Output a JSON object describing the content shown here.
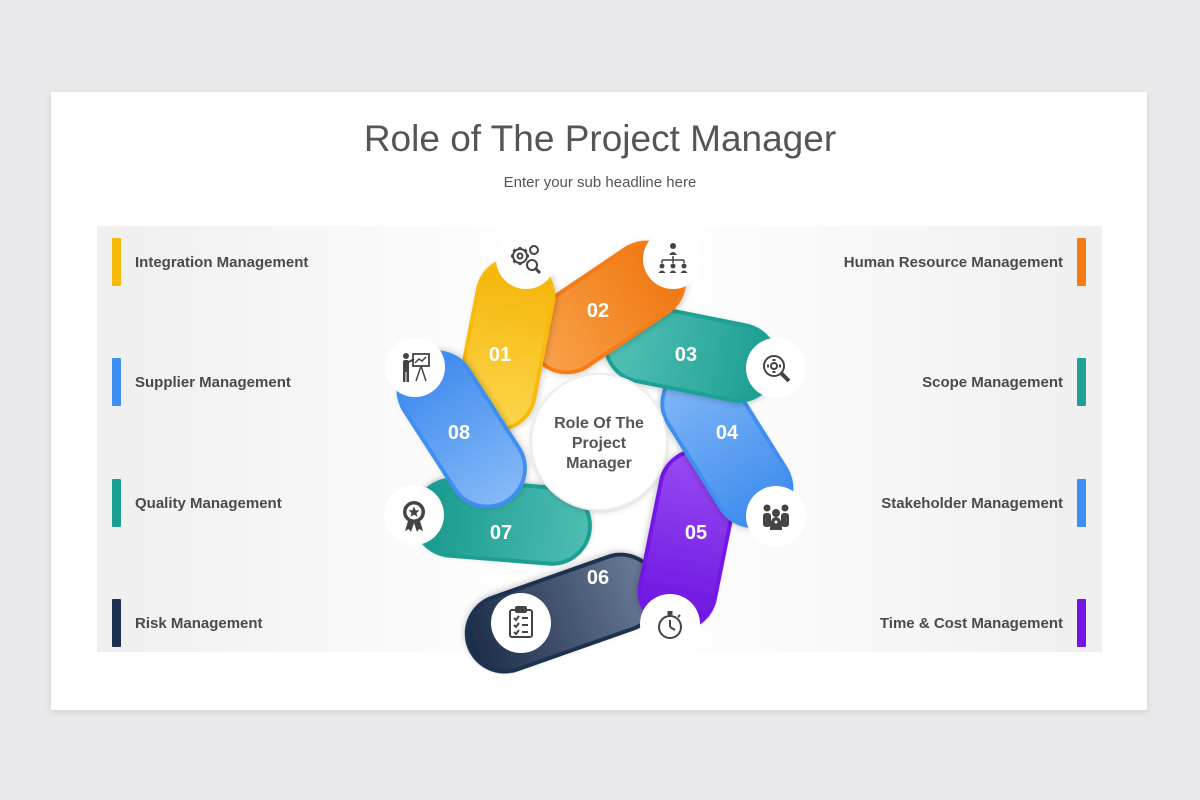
{
  "slide": {
    "title": "Role of The Project Manager",
    "subtitle": "Enter your sub headline here"
  },
  "center": {
    "lines": [
      "Role Of The",
      "Project",
      "Manager"
    ]
  },
  "steps": [
    {
      "number": "01",
      "label": "Integration Management",
      "icon": "gears-search-icon",
      "color": "#f9b908"
    },
    {
      "number": "02",
      "label": "Human Resource Management",
      "icon": "org-chart-icon",
      "color": "#f57c12"
    },
    {
      "number": "03",
      "label": "Scope Management",
      "icon": "gear-magnifier-icon",
      "color": "#1fa196"
    },
    {
      "number": "04",
      "label": "Stakeholder Management",
      "icon": "team-icon",
      "color": "#3f8ff0"
    },
    {
      "number": "05",
      "label": "Time & Cost Management",
      "icon": "stopwatch-icon",
      "color": "#7316e6"
    },
    {
      "number": "06",
      "label": "Risk Management",
      "icon": "clipboard-checklist-icon",
      "color": "#1e3050"
    },
    {
      "number": "07",
      "label": "Quality Management",
      "icon": "award-badge-icon",
      "color": "#1a9e92"
    },
    {
      "number": "08",
      "label": "Supplier Management",
      "icon": "presentation-icon",
      "color": "#3f8ff0"
    }
  ]
}
